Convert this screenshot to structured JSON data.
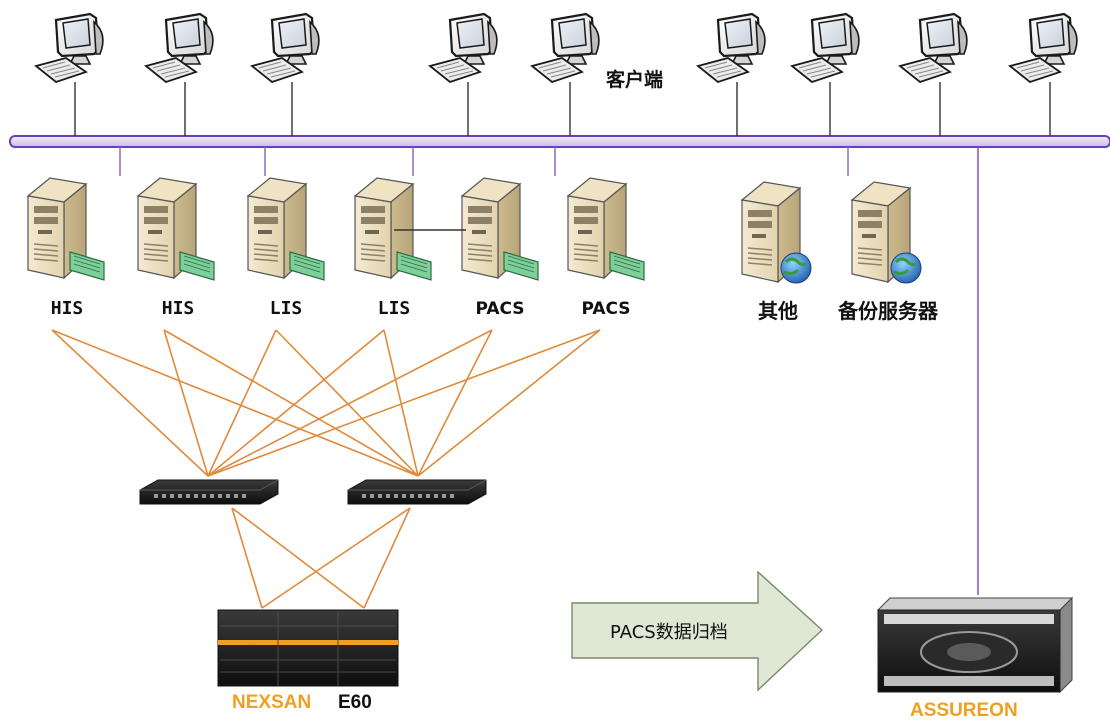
{
  "network": {
    "client_label": "客户端",
    "clients": [
      "client",
      "client",
      "client",
      "client",
      "client",
      "client",
      "client",
      "client",
      "client"
    ]
  },
  "servers": [
    {
      "label": "HIS",
      "icon": "server-icon"
    },
    {
      "label": "HIS",
      "icon": "server-icon"
    },
    {
      "label": "LIS",
      "icon": "server-icon"
    },
    {
      "label": "LIS",
      "icon": "server-icon"
    },
    {
      "label": "PACS",
      "icon": "server-icon"
    },
    {
      "label": "PACS",
      "icon": "server-icon"
    }
  ],
  "web_servers": [
    {
      "label": "其他",
      "icon": "web-server-icon"
    },
    {
      "label": "备份服务器",
      "icon": "web-server-icon"
    }
  ],
  "switches": [
    "fibre-switch-icon",
    "fibre-switch-icon"
  ],
  "storage": {
    "brand_word": "NEXSAN",
    "model_word": "E60"
  },
  "archive": {
    "arrow_label": "PACS数据归档",
    "brand": "ASSUREON"
  },
  "colors": {
    "network_bar": "#7b4fc4",
    "network_fill": "#e4daf5",
    "vertical_line": "#8a5fc0",
    "fibre": "#e08a3a",
    "arrow_fill": "#dfe8d5",
    "arrow_stroke": "#7a8a6a",
    "nexsan_orange": "#f0a020",
    "assureon_orange": "#f0a020"
  }
}
